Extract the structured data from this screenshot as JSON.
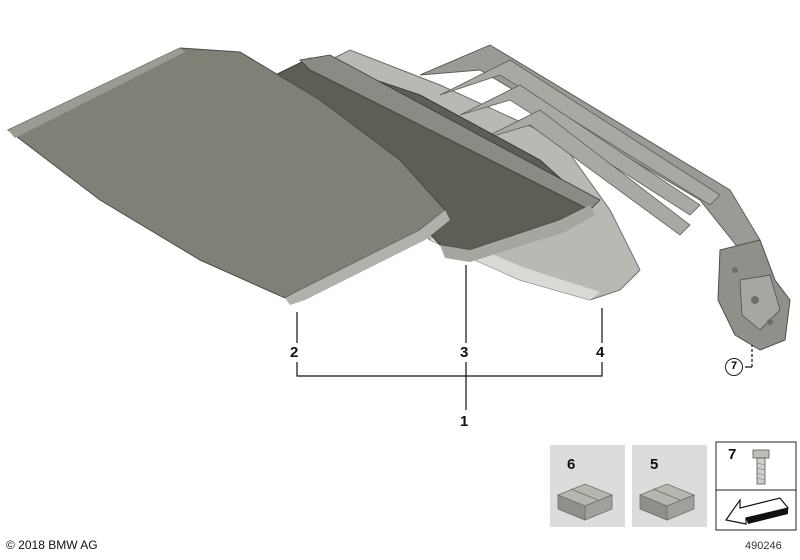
{
  "callouts": {
    "c1": "1",
    "c2": "2",
    "c3": "3",
    "c4": "4",
    "c5": "5",
    "c6": "6",
    "c7": "7",
    "c7_circle": "7"
  },
  "footer": {
    "copyright": "© 2018 BMW AG",
    "document_number": "490246"
  },
  "colors": {
    "roof_panel": "#7f8076",
    "fabric_panel": "#5d5f56",
    "metal_panel": "#a9aaa3",
    "frame": "#8e8f8a",
    "box": "#9c9d95",
    "line": "#111111"
  },
  "icons": [
    "roof-panel-icon",
    "fabric-top-icon",
    "roof-frame-icon",
    "bolt-icon",
    "box-icon",
    "arrow-icon"
  ]
}
